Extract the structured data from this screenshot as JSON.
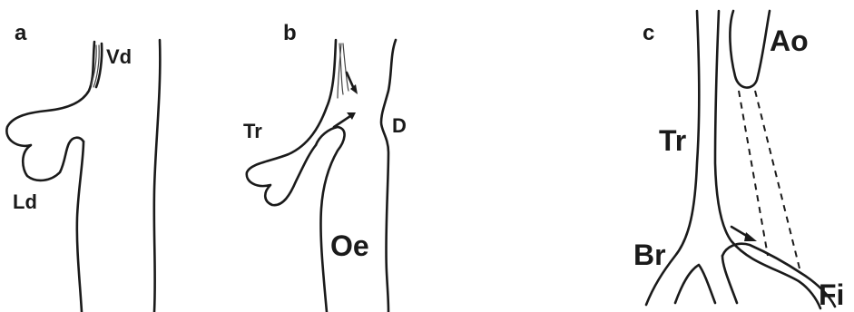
{
  "panels": {
    "a": {
      "letter": "a",
      "labels": {
        "vd": "Vd",
        "ld": "Ld"
      }
    },
    "b": {
      "letter": "b",
      "labels": {
        "tr": "Tr",
        "d": "D",
        "oe": "Oe"
      }
    },
    "c": {
      "letter": "c",
      "labels": {
        "ao": "Ao",
        "tr": "Tr",
        "br": "Br",
        "fi": "Fi"
      }
    }
  },
  "colors": {
    "ink": "#1a1a1a",
    "background": "#ffffff"
  }
}
